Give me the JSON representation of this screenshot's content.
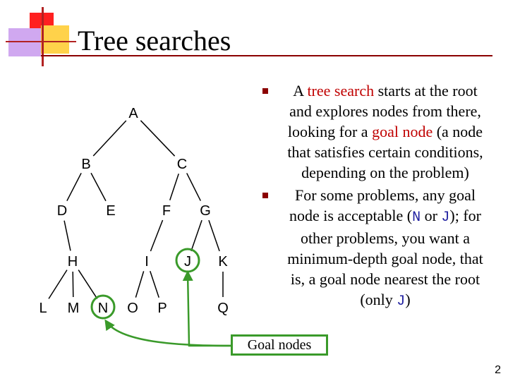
{
  "slide": {
    "title": "Tree searches",
    "page_number": "2"
  },
  "tree": {
    "nodes": [
      {
        "id": "A",
        "label": "A"
      },
      {
        "id": "B",
        "label": "B"
      },
      {
        "id": "C",
        "label": "C"
      },
      {
        "id": "D",
        "label": "D"
      },
      {
        "id": "E",
        "label": "E"
      },
      {
        "id": "F",
        "label": "F"
      },
      {
        "id": "G",
        "label": "G"
      },
      {
        "id": "H",
        "label": "H"
      },
      {
        "id": "I",
        "label": "I"
      },
      {
        "id": "J",
        "label": "J"
      },
      {
        "id": "K",
        "label": "K"
      },
      {
        "id": "L",
        "label": "L"
      },
      {
        "id": "M",
        "label": "M"
      },
      {
        "id": "N",
        "label": "N"
      },
      {
        "id": "O",
        "label": "O"
      },
      {
        "id": "P",
        "label": "P"
      },
      {
        "id": "Q",
        "label": "Q"
      }
    ],
    "edges": [
      [
        "A",
        "B"
      ],
      [
        "A",
        "C"
      ],
      [
        "B",
        "D"
      ],
      [
        "B",
        "E"
      ],
      [
        "C",
        "F"
      ],
      [
        "C",
        "G"
      ],
      [
        "D",
        "H"
      ],
      [
        "F",
        "I"
      ],
      [
        "G",
        "J"
      ],
      [
        "G",
        "K"
      ],
      [
        "H",
        "L"
      ],
      [
        "H",
        "M"
      ],
      [
        "H",
        "N"
      ],
      [
        "I",
        "O"
      ],
      [
        "I",
        "P"
      ],
      [
        "K",
        "Q"
      ]
    ],
    "goal_nodes": [
      "N",
      "J"
    ],
    "goal_color": "#3a9a2a"
  },
  "bullets": {
    "b1": {
      "t1": "A ",
      "t2": "tree search",
      "t3": " starts at the root and explores nodes from there, looking for a ",
      "t4": "goal node",
      "t5": " (a node that satisfies certain conditions, depending on the problem)"
    },
    "b2": {
      "t1": "For some problems, any goal node is acceptable (",
      "c1": "N",
      "t2": " or ",
      "c2": "J",
      "t3": "); for other problems, you want a minimum-depth goal node, that is, a goal node nearest the root (only ",
      "c3": "J",
      "t4": ")"
    }
  },
  "goal_label": "Goal nodes",
  "colors": {
    "accent_red": "#c00000",
    "bullet_mark": "#8b0000",
    "code_blue": "#1f1fa0",
    "goal_green": "#3a9a2a"
  }
}
